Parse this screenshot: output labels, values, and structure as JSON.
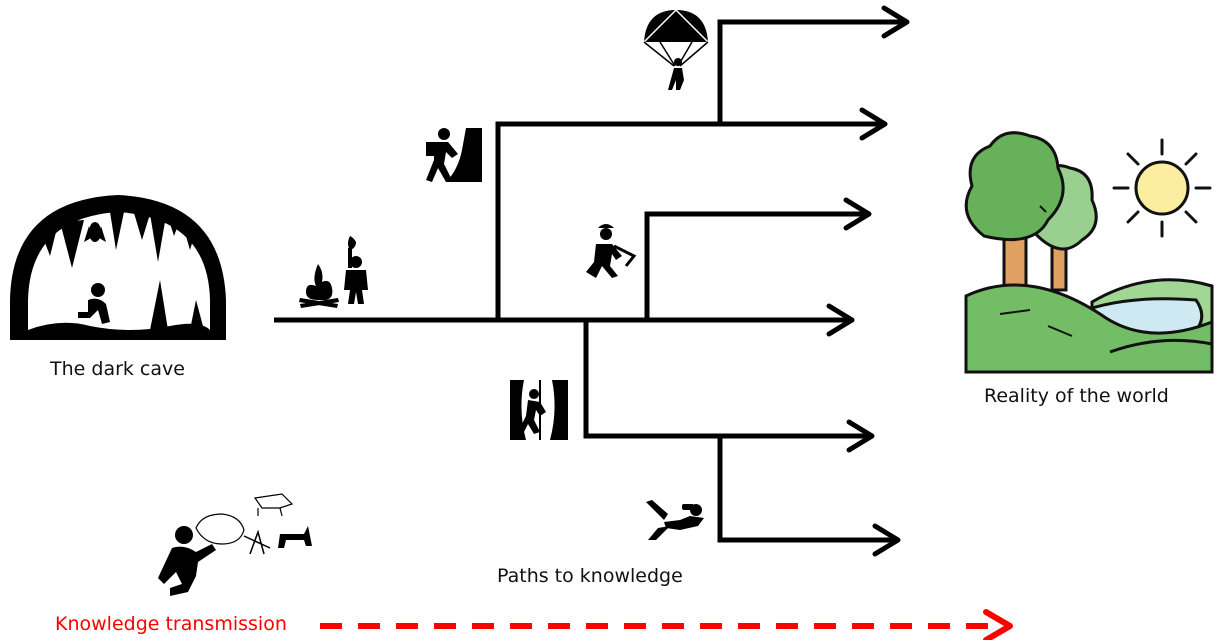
{
  "labels": {
    "cave": "The dark cave",
    "reality": "Reality of the world",
    "paths": "Paths to knowledge",
    "transmission": "Knowledge transmission"
  },
  "colors": {
    "line": "#000000",
    "transmission": "#ff0000",
    "tree_dark": "#66b15a",
    "tree_light": "#9ad08f",
    "trunk": "#e0a062",
    "hill": "#72bd65",
    "hill_light": "#a2d694",
    "water": "#cfe9f2",
    "sun": "#fbeea0"
  },
  "icons": [
    "cave-icon",
    "bat-icon",
    "sitting-person-icon",
    "campfire-icon",
    "torch-person-icon",
    "climber-icon",
    "parachute-icon",
    "miner-icon",
    "rappel-icon",
    "diver-icon",
    "cave-painter-icon",
    "tree-icon",
    "sun-icon",
    "hills-icon",
    "lake-icon"
  ]
}
